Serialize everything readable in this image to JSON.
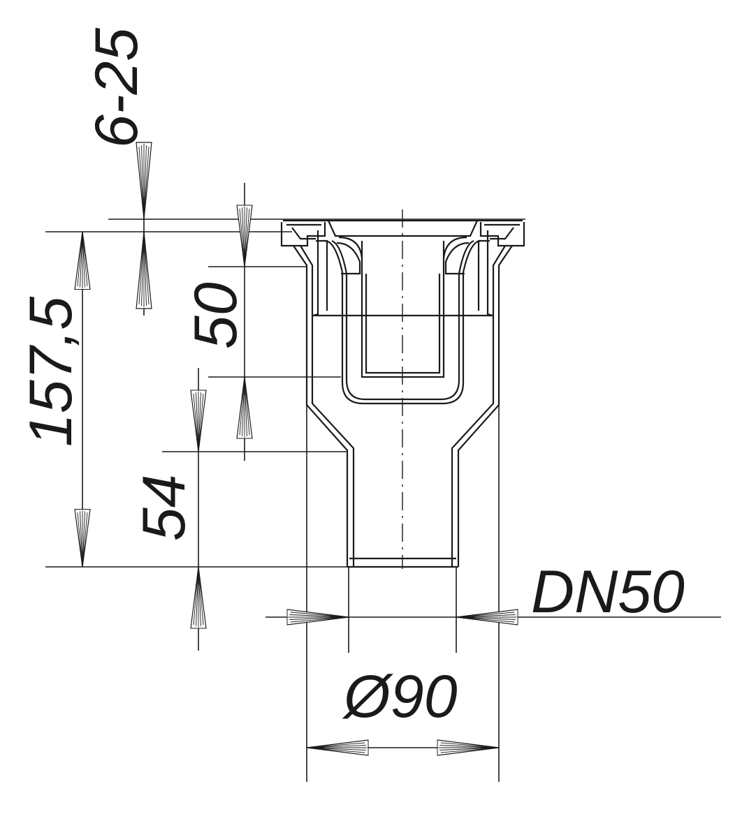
{
  "dimensions": {
    "gap_range": "6-25",
    "total_height": "157,5",
    "inner_depth": "50",
    "outlet_length": "54",
    "outlet_dn": "DN50",
    "body_diameter": "Ø90"
  },
  "colors": {
    "ink": "#1a1a1a",
    "background": "#ffffff"
  }
}
